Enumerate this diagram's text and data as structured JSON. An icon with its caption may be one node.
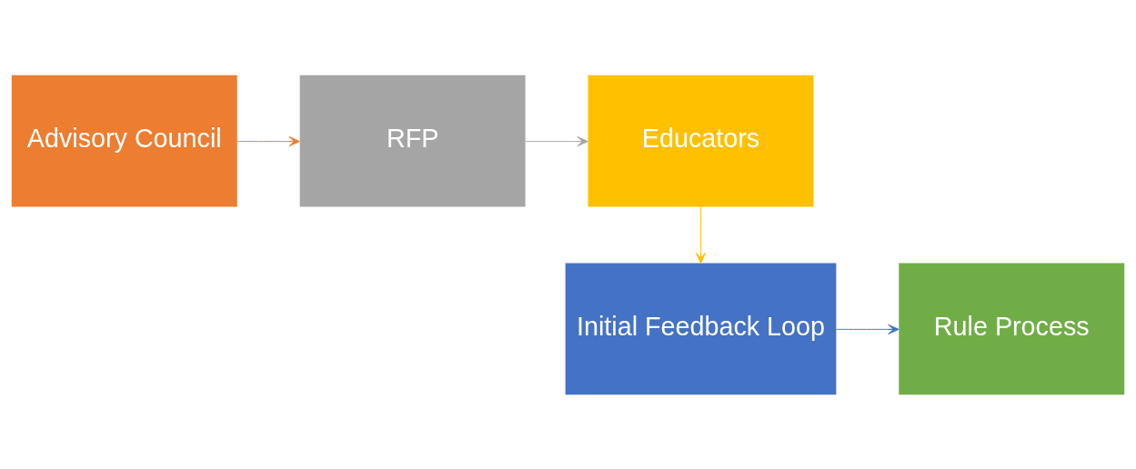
{
  "diagram": {
    "nodes": [
      {
        "text": [
          "Advisory Council"
        ]
      },
      {
        "text": [
          "RFP"
        ]
      },
      {
        "text": [
          "Educators"
        ]
      },
      {
        "text": [
          "Initial Feedback Loop"
        ]
      },
      {
        "text": [
          "Rule Process"
        ]
      }
    ],
    "edges": [
      {
        "from": 0,
        "to": 1,
        "arrow": "to",
        "color": "#ed7d31"
      },
      {
        "from": 1,
        "to": 2,
        "arrow": "to",
        "color": "#a5a5a5"
      },
      {
        "from": 2,
        "to": 3,
        "arrow": "to",
        "color": "#ffc000"
      },
      {
        "from": 3,
        "to": 4,
        "arrow": "to",
        "color": "#4472c4"
      }
    ]
  }
}
